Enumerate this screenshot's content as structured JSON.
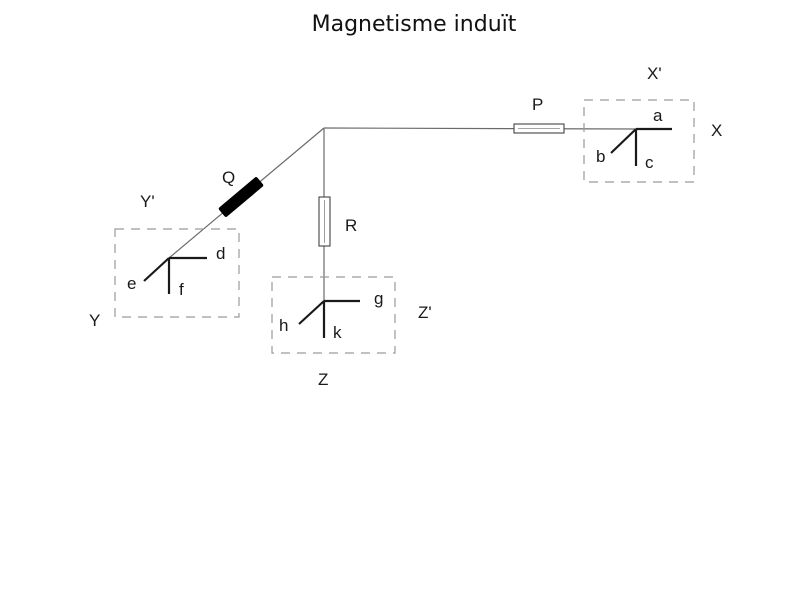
{
  "title": "Magnetisme induït",
  "components": {
    "P": "P",
    "Q": "Q",
    "R": "R"
  },
  "axes": {
    "X": "X",
    "X_prime": "X'",
    "Y": "Y",
    "Y_prime": "Y'",
    "Z": "Z",
    "Z_prime": "Z'"
  },
  "branches": {
    "a": "a",
    "b": "b",
    "c": "c",
    "d": "d",
    "e": "e",
    "f": "f",
    "g": "g",
    "h": "h",
    "k": "k"
  },
  "colors": {
    "wire": "#6b6b6b",
    "branch": "#1a1a1a",
    "box": "#9a9a9a",
    "q_fill": "#000000"
  }
}
